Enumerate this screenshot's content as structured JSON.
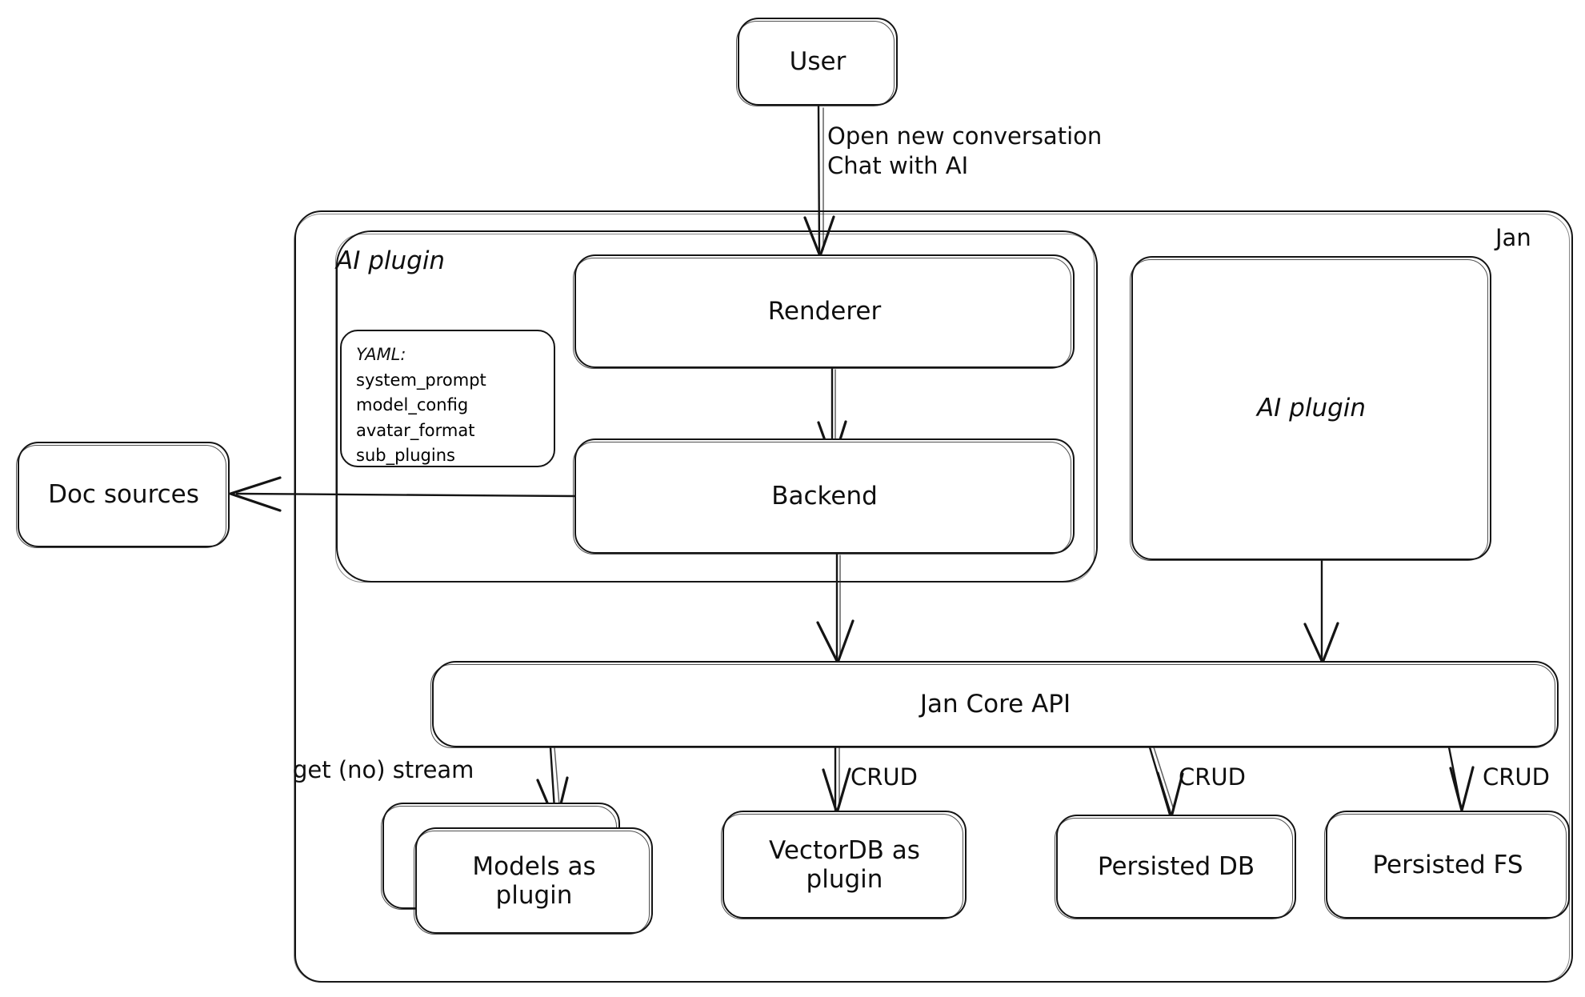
{
  "diagram": {
    "title": "Jan architecture diagram",
    "style": "hand-drawn whiteboard sketch",
    "stroke_color": "#141414",
    "background_color": "#ffffff"
  },
  "nodes": {
    "user": {
      "label": "User"
    },
    "jan_container": {
      "label": "Jan"
    },
    "ai_plugin_group": {
      "label": "AI plugin"
    },
    "renderer": {
      "label": "Renderer"
    },
    "backend": {
      "label": "Backend"
    },
    "ai_plugin_box": {
      "label": "AI plugin"
    },
    "jan_core_api": {
      "label": "Jan Core API"
    },
    "doc_sources": {
      "label": "Doc sources"
    },
    "models_as_plugin": {
      "label": "Models as\nplugin"
    },
    "vectordb_as_plugin": {
      "label": "VectorDB as\nplugin"
    },
    "persisted_db": {
      "label": "Persisted DB"
    },
    "persisted_fs": {
      "label": "Persisted FS"
    }
  },
  "yaml_card": {
    "heading": "YAML:",
    "keys": [
      "system_prompt",
      "model_config",
      "avatar_format",
      "sub_plugins"
    ]
  },
  "edge_labels": {
    "user_to_renderer": "Open new conversation\nChat with AI",
    "core_to_models": "get (no) stream",
    "core_to_vectordb": "CRUD",
    "core_to_persisted_db": "CRUD",
    "core_to_persisted_fs": "CRUD"
  },
  "edges": [
    {
      "from": "user",
      "to": "renderer",
      "label": "Open new conversation / Chat with AI",
      "arrow": "down"
    },
    {
      "from": "renderer",
      "to": "backend",
      "label": "",
      "arrow": "down"
    },
    {
      "from": "backend",
      "to": "doc_sources",
      "label": "",
      "arrow": "left"
    },
    {
      "from": "backend",
      "to": "jan_core_api",
      "label": "",
      "arrow": "down"
    },
    {
      "from": "ai_plugin_box",
      "to": "jan_core_api",
      "label": "",
      "arrow": "down"
    },
    {
      "from": "jan_core_api",
      "to": "models_as_plugin",
      "label": "get (no) stream",
      "arrow": "down"
    },
    {
      "from": "jan_core_api",
      "to": "vectordb_as_plugin",
      "label": "CRUD",
      "arrow": "down"
    },
    {
      "from": "jan_core_api",
      "to": "persisted_db",
      "label": "CRUD",
      "arrow": "down"
    },
    {
      "from": "jan_core_api",
      "to": "persisted_fs",
      "label": "CRUD",
      "arrow": "down"
    }
  ]
}
